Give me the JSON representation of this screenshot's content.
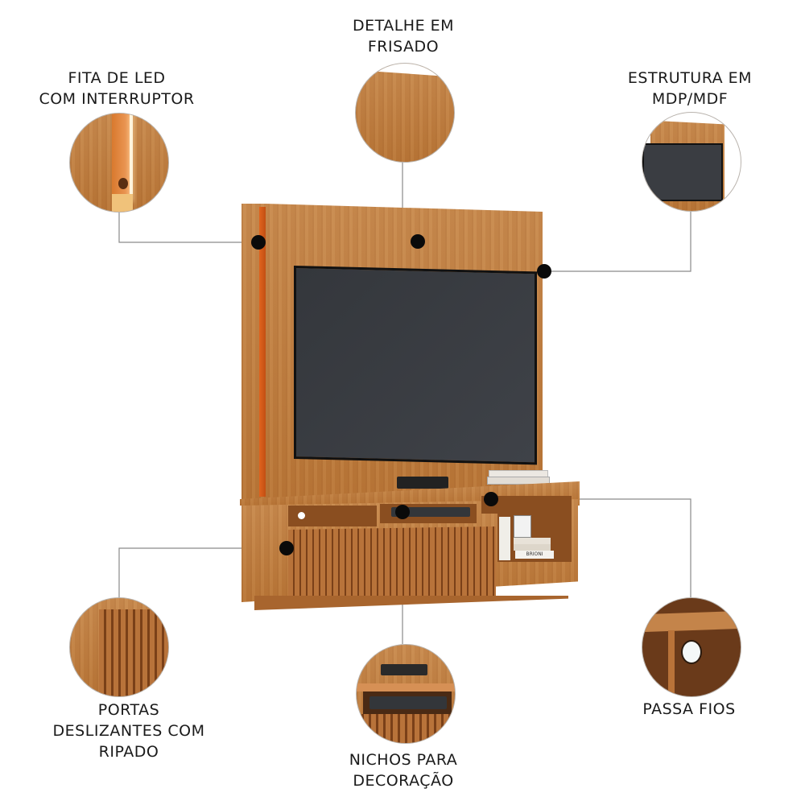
{
  "features": [
    {
      "id": "led",
      "title": "FITA DE LED\nCOM INTERRUPTOR",
      "line1": "FITA DE LED",
      "line2": "COM INTERRUPTOR"
    },
    {
      "id": "frisado",
      "line1": "DETALHE EM",
      "line2": "FRISADO"
    },
    {
      "id": "estrutura",
      "line1": "ESTRUTURA EM",
      "line2": "MDP/MDF"
    },
    {
      "id": "portas",
      "line1": "PORTAS",
      "line2": "DESLIZANTES COM",
      "line3": "RIPADO"
    },
    {
      "id": "nichos",
      "line1": "NICHOS PARA",
      "line2": "DECORAÇÃO"
    },
    {
      "id": "passa_fios",
      "line1": "PASSA FIOS"
    }
  ],
  "product": {
    "book_spine_label": "BRIONI"
  },
  "colors": {
    "wood": "#c3834a",
    "wood_dark": "#9c5a26",
    "tv_screen": "#3a3d42",
    "line": "#8a8a8a",
    "dot": "#0a0a0a",
    "led": "#e0641e"
  }
}
